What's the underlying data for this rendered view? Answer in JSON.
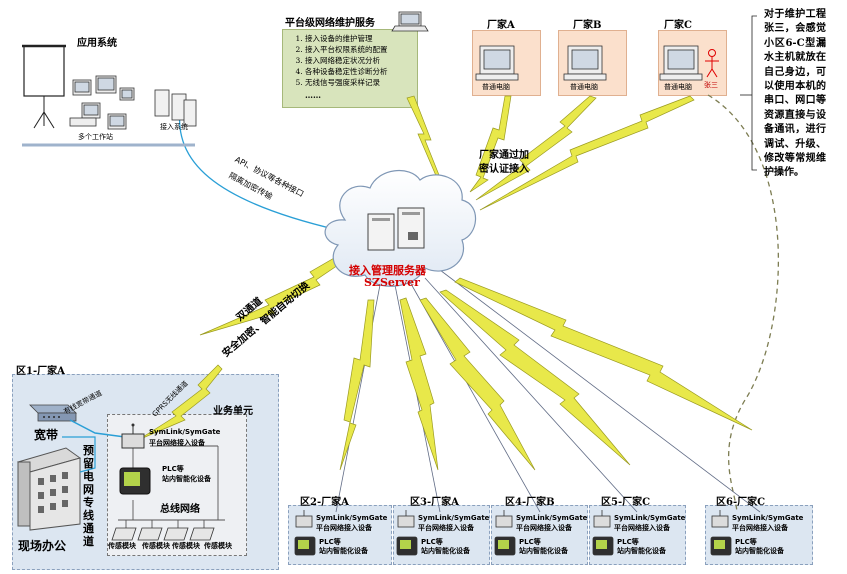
{
  "app_system": {
    "title": "应用系统",
    "workstations_label": "多个工作站",
    "access_label": "接入系统"
  },
  "maintenance": {
    "title": "平台级网络维护服务",
    "items": [
      "接入设备的维护管理",
      "接入平台权限系统的配置",
      "接入网络稳定状况分析",
      "各种设备稳定性诊断分析",
      "无线信号强度采样记录"
    ],
    "ellipsis": "……"
  },
  "vendors": [
    {
      "name": "厂家A",
      "pc_label": "普通电脑"
    },
    {
      "name": "厂家B",
      "pc_label": "普通电脑"
    },
    {
      "name": "厂家C",
      "pc_label": "普通电脑",
      "person_label": "张三"
    }
  ],
  "right_note": "对于维护工程张三，会感觉小区6-C型漏水主机就放在自己身边，可以使用本机的串口、网口等资源直接与设备通讯，进行调试、升级、修改等常规维护操作。",
  "link_labels": {
    "api": "API、协议等各种接口",
    "encrypted": "隔离加密传输",
    "vendor_auth_1": "厂家通过加",
    "vendor_auth_2": "密认证接入",
    "dual_channel": "双通道",
    "secure_switch": "安全加密、智能自动切换",
    "wired": "有线宽带通道",
    "gprs": "GPRS无线通道"
  },
  "server": {
    "name": "接入管理服务器",
    "model": "SZServer"
  },
  "zone1": {
    "title": "区1-厂家A",
    "broadband": "宽带",
    "reserved": [
      "预",
      "留",
      "电",
      "网",
      "专",
      "线",
      "通",
      "道"
    ],
    "office": "现场办公",
    "business_unit": "业务单元",
    "symlink_1": "SymLink/SymGate",
    "symlink_2": "平台网络接入设备",
    "plc_1": "PLC等",
    "plc_2": "站内智能化设备",
    "bus": "总线网络",
    "sensors": [
      "传感模块",
      "传感模块",
      "传感模块",
      "传感模块"
    ]
  },
  "zones": [
    {
      "title": "区2-厂家A"
    },
    {
      "title": "区3-厂家A"
    },
    {
      "title": "区4-厂家B"
    },
    {
      "title": "区5-厂家C"
    },
    {
      "title": "区6-厂家C"
    }
  ],
  "device_labels": {
    "symlink_1": "SymLink/SymGate",
    "symlink_2": "平台网络接入设备",
    "plc_1": "PLC等",
    "plc_2": "站内智能化设备"
  },
  "colors": {
    "vendor_fill": "#fbe0cc",
    "maint_fill": "#d8e4bc",
    "zone_fill": "#dce6f1",
    "lightning": "#e8e84a",
    "lightning_edge": "#9a9a20",
    "link_blue": "#2a9fd6",
    "server_text": "#d40000"
  }
}
